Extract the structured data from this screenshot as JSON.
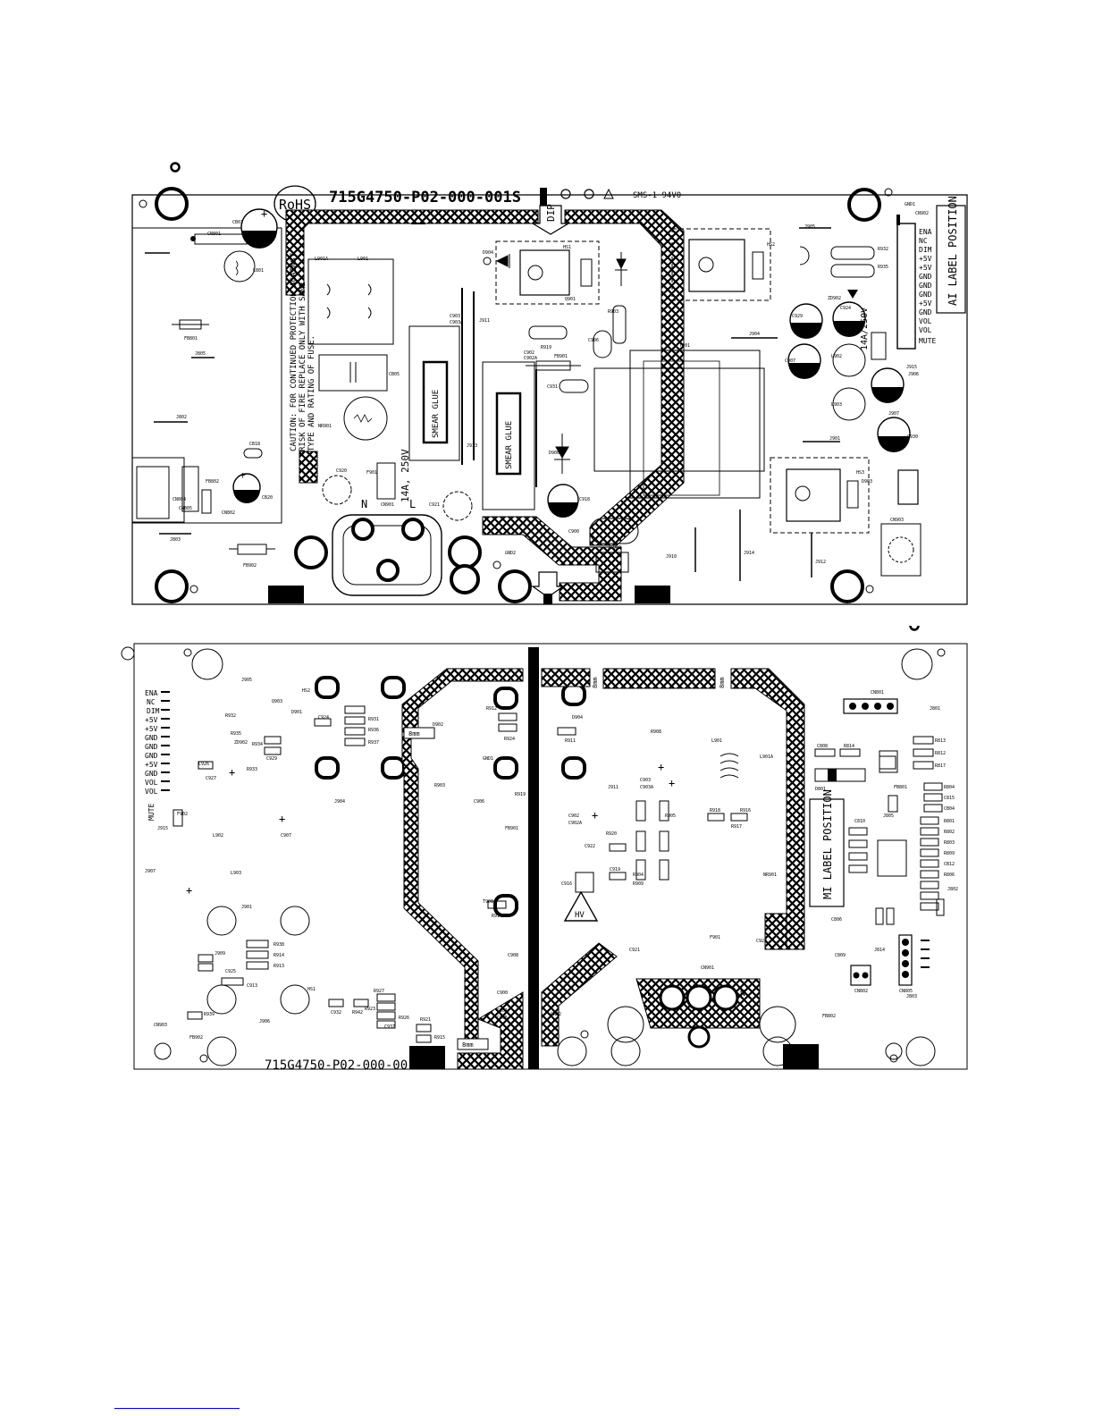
{
  "board": {
    "part_number": "715G4750-P02-000-001S",
    "rohs": "RoHS",
    "board_material": "SMS-1 94V0",
    "fuse_rating": "14A, 250V",
    "fuse_rating_secondary": "14A/250V",
    "dip_label": "DIP",
    "ai_label": "AI LABEL POSITION",
    "mi_label": "MI LABEL POSITION",
    "hv_label": "HV",
    "caution_lines": [
      "CAUTION: FOR CONTINUED PROTECTION AGAINST",
      "RISK OF FIRE REPLACE ONLY WITH SAME",
      "TYPE AND RATING OF FUSE."
    ],
    "smear_glue": "SMEAR GLUE",
    "gap_label": "8mm",
    "line_labels": {
      "neutral": "N",
      "live": "L"
    }
  },
  "connector_pins": [
    "ENA",
    "NC",
    "DIM",
    "+5V",
    "+5V",
    "GND",
    "GND",
    "GND",
    "+5V",
    "GND",
    "VOL",
    "VOL",
    "MUTE"
  ],
  "top_view": {
    "refs": [
      "CB01",
      "CN801",
      "L801",
      "FB801",
      "J805",
      "J802",
      "CB18",
      "CB20",
      "CN804",
      "CN805",
      "FB802",
      "CN802",
      "J803",
      "FB902",
      "L901A",
      "L901",
      "CB05",
      "NR901",
      "F901",
      "C920",
      "CN901",
      "C921",
      "GND2",
      "D904",
      "HS1",
      "Q901",
      "R919",
      "FB901",
      "C902",
      "C902A",
      "R903",
      "C906",
      "C931",
      "D906",
      "C918",
      "C900",
      "IC902",
      "J910",
      "J914",
      "J912",
      "HS2",
      "J905",
      "R932",
      "R935",
      "ZD902",
      "C924",
      "C907",
      "L902",
      "L903",
      "C929",
      "J907",
      "C930",
      "J901",
      "J904",
      "HS3",
      "D903",
      "CN903",
      "T901",
      "J906",
      "CN902",
      "GND1",
      "J911",
      "J913",
      "J915",
      "C903",
      "C903A"
    ]
  },
  "bottom_view": {
    "refs": [
      "J905",
      "HS2",
      "R932",
      "Q903",
      "D901",
      "R935",
      "ZD902",
      "R934",
      "C929",
      "C924",
      "R931",
      "R936",
      "R937",
      "C926",
      "C927",
      "R933",
      "J904",
      "F902",
      "J915",
      "L902",
      "C907",
      "J907",
      "L903",
      "J901",
      "J909",
      "R938",
      "R914",
      "R913",
      "C925",
      "C913",
      "HS1",
      "J906",
      "C932",
      "R942",
      "R927",
      "R923",
      "R926",
      "C937",
      "R921",
      "R915",
      "CN903",
      "R939",
      "FB902",
      "R912",
      "R924",
      "D902",
      "GND1",
      "R903",
      "C906",
      "R919",
      "FB901",
      "T901",
      "R910",
      "C908",
      "C900",
      "C901",
      "C905",
      "D904",
      "R911",
      "R908",
      "L901",
      "L901A",
      "J911",
      "C903",
      "C903A",
      "R905",
      "R918",
      "R916",
      "R917",
      "C902",
      "C902A",
      "R920",
      "C922",
      "C916",
      "R904",
      "R909",
      "C919",
      "C921",
      "NR901",
      "F901",
      "C920",
      "CN901",
      "GND2",
      "CN801",
      "J801",
      "C808",
      "R814",
      "R813",
      "R812",
      "R817",
      "D801",
      "R804",
      "FB801",
      "C815",
      "J805",
      "R801",
      "R802",
      "R803",
      "R809",
      "CB04",
      "C810",
      "CB12",
      "R806",
      "J802",
      "C806",
      "C809",
      "CN802",
      "J814",
      "CN805",
      "J803",
      "FB802"
    ]
  }
}
